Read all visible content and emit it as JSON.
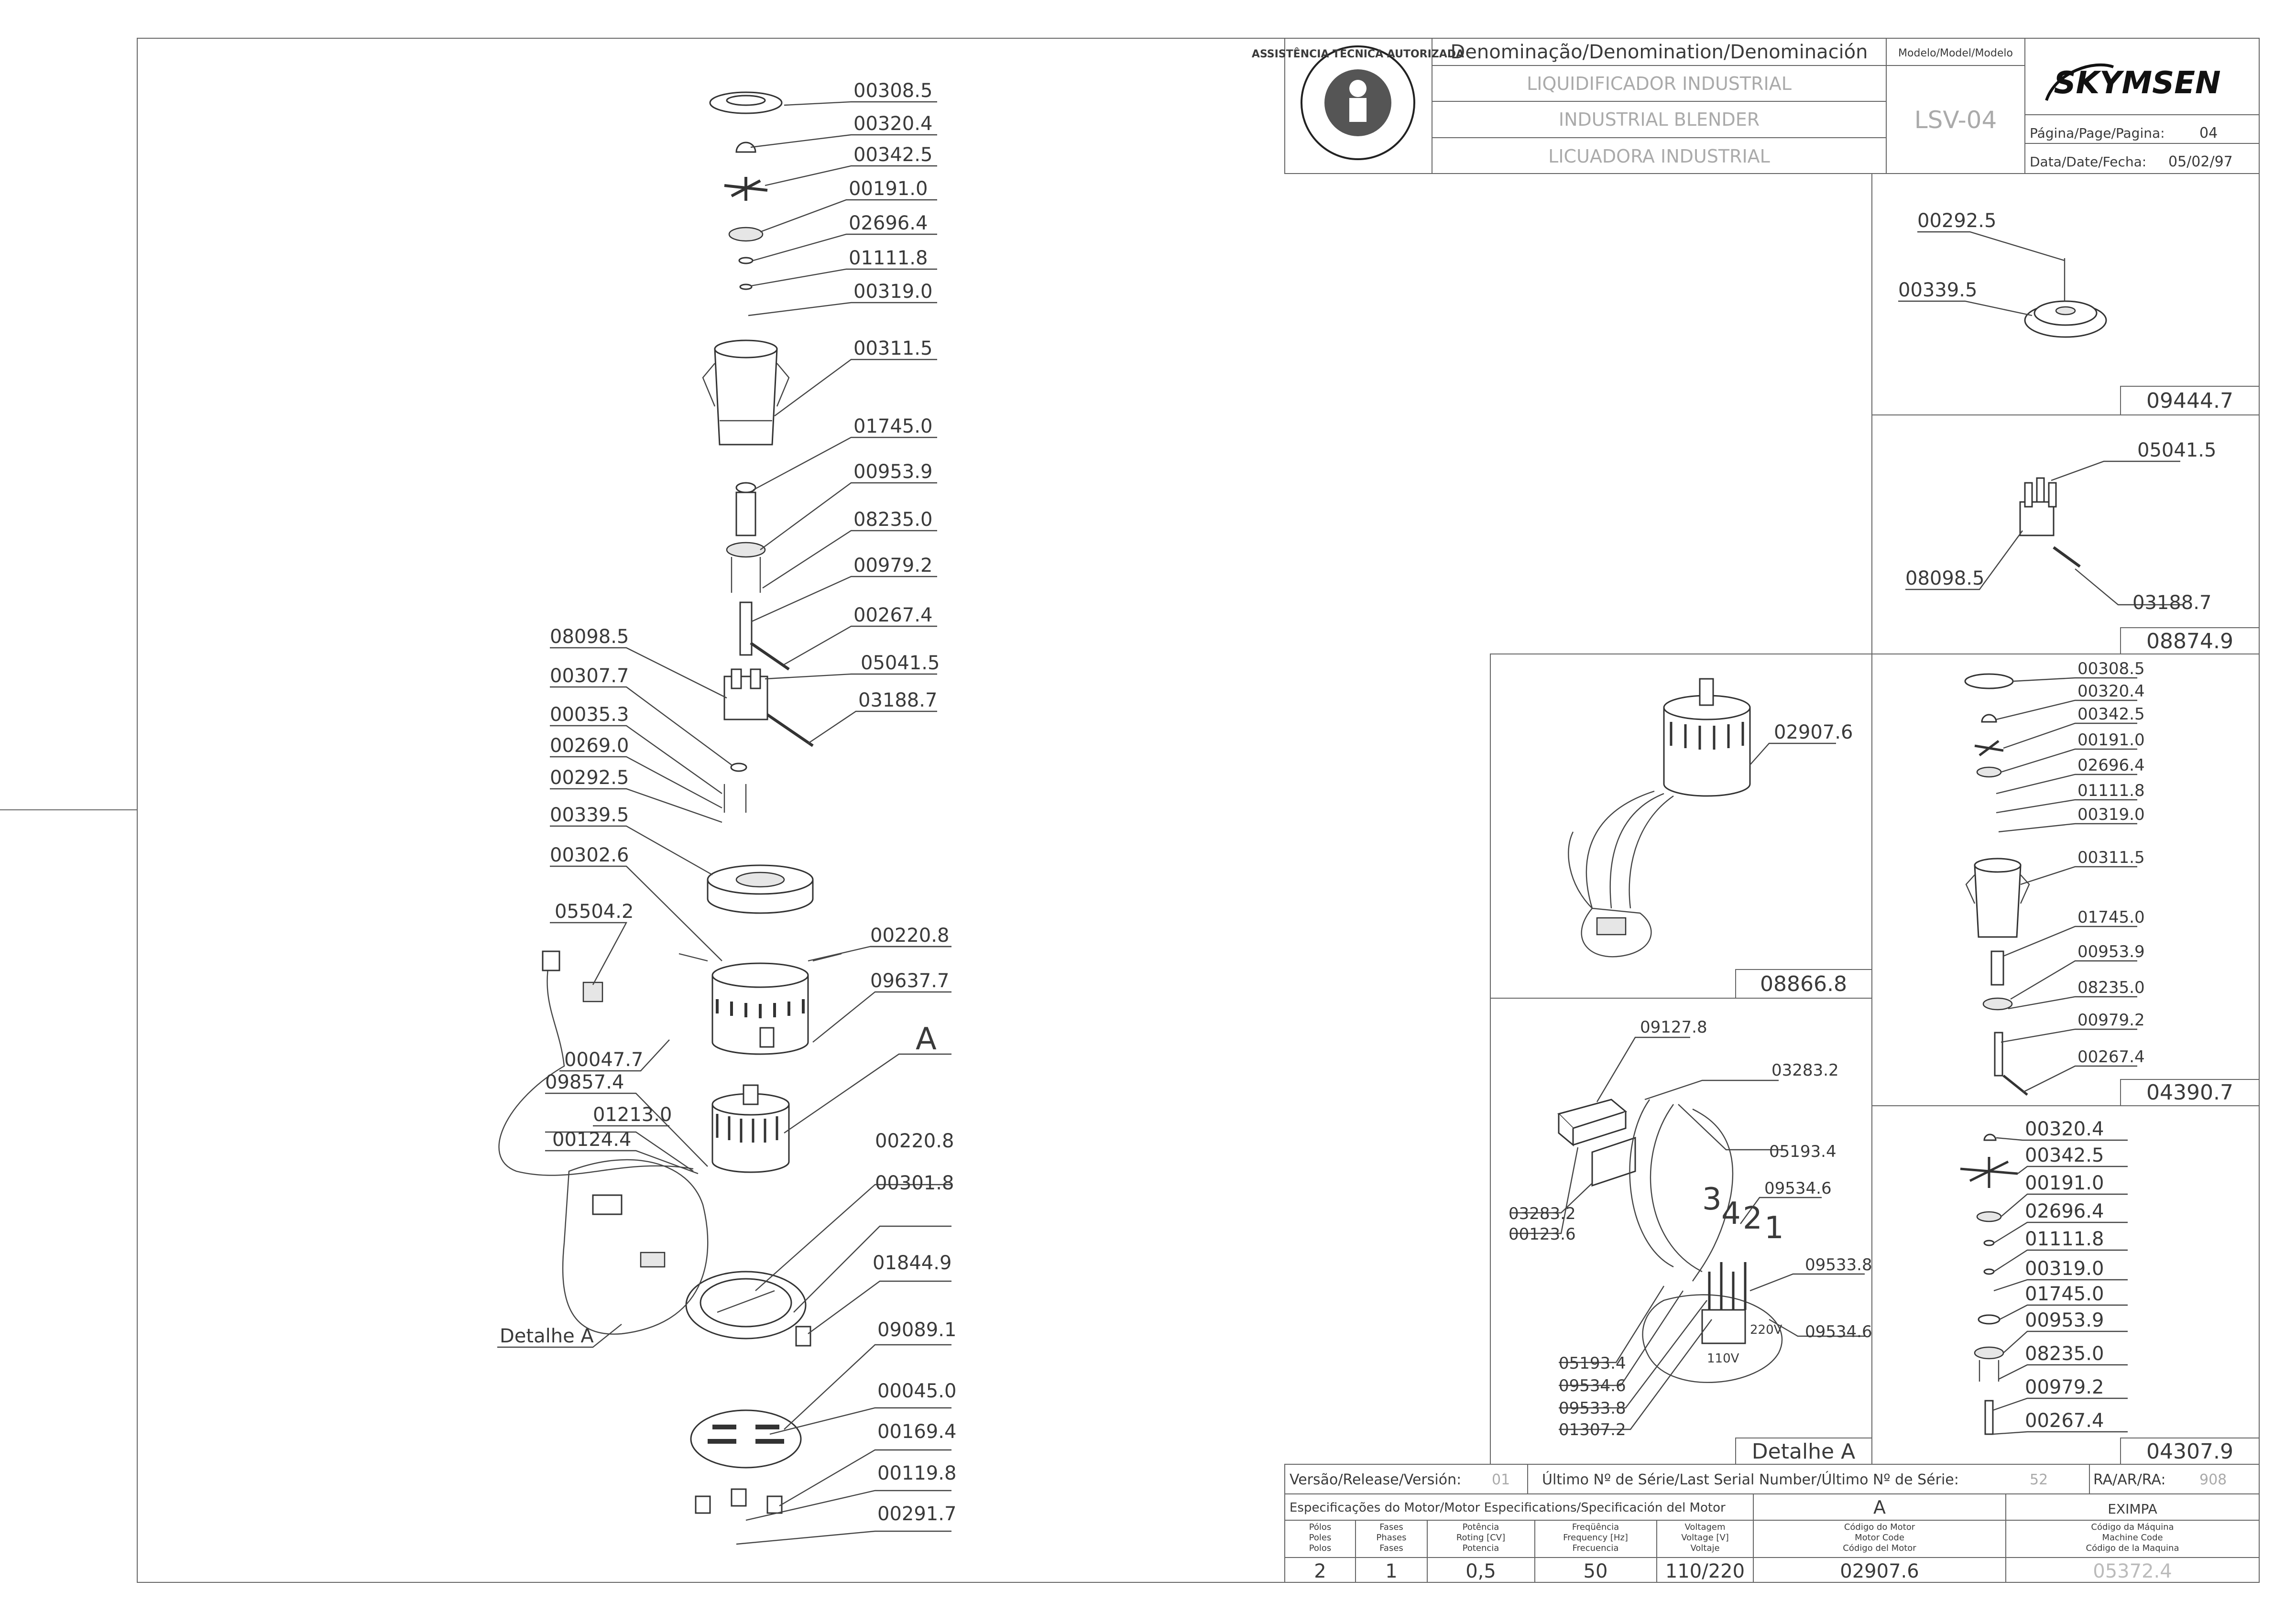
{
  "title_block": {
    "denomination_header": "Denominação/Denomination/Denominación",
    "model_header": "Modelo/Model/Modelo",
    "names": [
      "LIQUIDIFICADOR INDUSTRIAL",
      "INDUSTRIAL BLENDER",
      "LICUADORA INDUSTRIAL"
    ],
    "model": "LSV-04",
    "brand": "SKYMSEN",
    "page_label": "Página/Page/Pagina:",
    "page_value": "04",
    "date_label": "Data/Date/Fecha:",
    "date_value": "05/02/97",
    "seal_text": "ASSISTÊNCIA TÉCNICA AUTORIZADA"
  },
  "main_view": {
    "labels": [
      "00308.5",
      "00320.4",
      "00342.5",
      "00191.0",
      "02696.4",
      "01111.8",
      "00319.0",
      "00311.5",
      "01745.0",
      "00953.9",
      "08235.0",
      "00979.2",
      "00267.4",
      "05041.5",
      "03188.7",
      "08098.5",
      "00307.7",
      "00035.3",
      "00269.0",
      "00292.5",
      "00339.5",
      "00302.6",
      "05504.2",
      "00220.8",
      "09637.7",
      "A",
      "00047.7",
      "09857.4",
      "01213.0",
      "00124.4",
      "00220.8",
      "00301.8",
      "01844.9",
      "09089.1",
      "00045.0",
      "00169.4",
      "00119.8",
      "00291.7",
      "Detalhe A"
    ]
  },
  "panels": {
    "p09444": {
      "code": "09444.7",
      "labels": [
        "00292.5",
        "00339.5"
      ]
    },
    "p08874": {
      "code": "08874.9",
      "labels": [
        "05041.5",
        "08098.5",
        "03188.7"
      ]
    },
    "p08866": {
      "code": "08866.8",
      "labels": [
        "02907.6"
      ]
    },
    "p04390": {
      "code": "04390.7",
      "labels": [
        "00308.5",
        "00320.4",
        "00342.5",
        "00191.0",
        "02696.4",
        "01111.8",
        "00319.0",
        "00311.5",
        "01745.0",
        "00953.9",
        "08235.0",
        "00979.2",
        "00267.4"
      ]
    },
    "pdetail": {
      "code": "Detalhe A",
      "labels": [
        "09127.8",
        "03283.2",
        "05193.4",
        "09534.6",
        "03283.2",
        "00123.6",
        "09533.8",
        "09534.6",
        "05193.4",
        "09534.6",
        "09533.8",
        "01307.2"
      ],
      "wire_numbers": [
        "3",
        "4",
        "2",
        "1"
      ],
      "voltages": [
        "220V",
        "110V"
      ]
    },
    "p04307": {
      "code": "04307.9",
      "labels": [
        "00320.4",
        "00342.5",
        "00191.0",
        "02696.4",
        "01111.8",
        "00319.0",
        "01745.0",
        "00953.9",
        "08235.0",
        "00979.2",
        "00267.4"
      ]
    }
  },
  "bottom_block": {
    "version_label": "Versão/Release/Versión:",
    "version_value": "01",
    "serial_label": "Último Nº de Série/Last Serial Number/Último Nº de Série:",
    "serial_value": "52",
    "ra_label": "RA/AR/RA:",
    "ra_value": "908",
    "spec_label": "Especificações do Motor/Motor Especifications/Specificación del Motor",
    "motor_col_letter": "A",
    "motor_maker": "EXIMPA",
    "headers": [
      [
        "Pólos",
        "Poles",
        "Polos"
      ],
      [
        "Fases",
        "Phases",
        "Fases"
      ],
      [
        "Potência",
        "Roting [CV]",
        "Potencia"
      ],
      [
        "Freqüência",
        "Frequency [Hz]",
        "Frecuencia"
      ],
      [
        "Voltagem",
        "Voltage [V]",
        "Voltaje"
      ],
      [
        "Código do Motor",
        "Motor Code",
        "Código del Motor"
      ],
      [
        "Código da Máquina",
        "Machine Code",
        "Código de la Maquina"
      ]
    ],
    "values": [
      "2",
      "1",
      "0,5",
      "50",
      "110/220",
      "02907.6",
      "05372.4"
    ]
  }
}
